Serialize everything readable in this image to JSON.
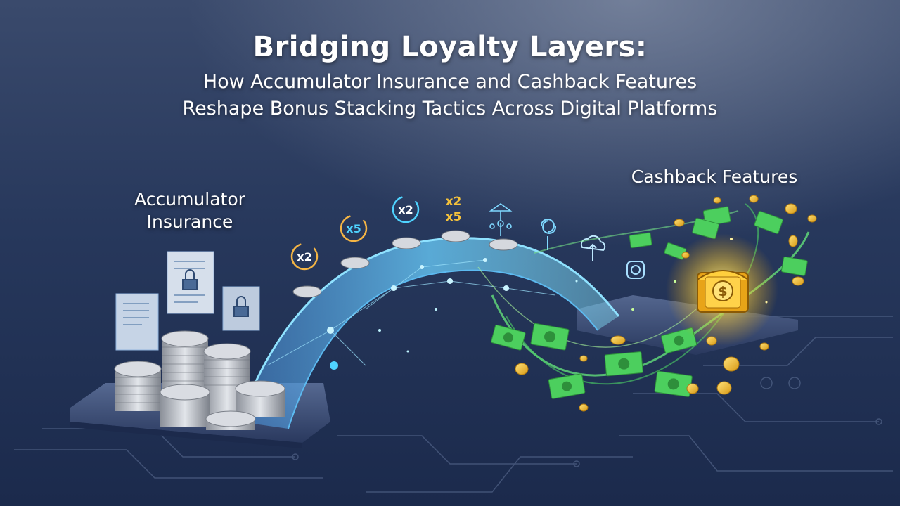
{
  "title": "Bridging Loyalty Layers:",
  "subtitle_line1": "How Accumulator Insurance and Cashback Features",
  "subtitle_line2": "Reshape Bonus Stacking Tactics Across Digital Platforms",
  "labels": {
    "accumulator": "Accumulator Insurance",
    "cashback": "Cashback Features"
  },
  "multipliers": [
    {
      "text": "x2",
      "color": "#f5b544"
    },
    {
      "text": "x5",
      "color": "#4fd3ff"
    },
    {
      "text": "x2",
      "color": "#4fd3ff"
    },
    {
      "text": "x2",
      "color": "#f5c23b"
    },
    {
      "text": "x5",
      "color": "#f5c23b"
    }
  ],
  "colors": {
    "bridge_glow": "#58c8ff",
    "cash_green": "#4cd466",
    "coin_gold": "#f5c23b",
    "chest_gold": "#ffcf3d",
    "silver": "#c8ccd3"
  },
  "icons": {
    "lock": "lock-icon",
    "cloud": "cloud-upload-icon",
    "camera": "camera-icon",
    "refresh": "refresh-icon",
    "network": "network-icon",
    "dollar": "dollar-icon"
  }
}
